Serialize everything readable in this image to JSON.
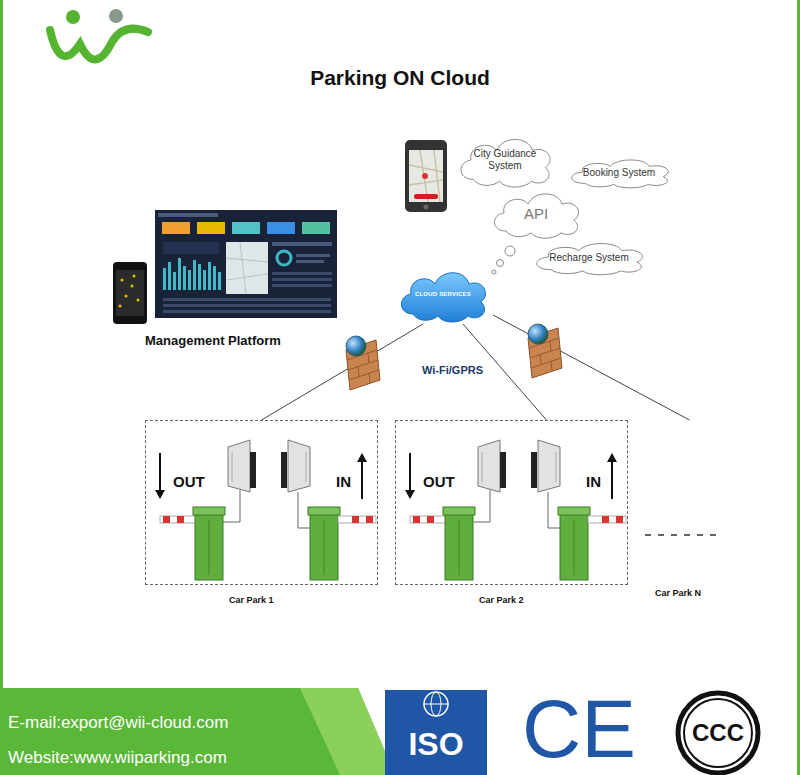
{
  "diagram": {
    "title": "Parking ON Cloud",
    "nodes": [
      {
        "text": [
          "City Guidance System"
        ]
      },
      {
        "text": [
          "Booking System"
        ]
      },
      {
        "text": [
          "API"
        ]
      },
      {
        "text": [
          "Recharge System"
        ]
      },
      {
        "text": [
          "Management Platform"
        ]
      },
      {
        "text": [
          "CLOUD SERVICES"
        ]
      },
      {
        "text": [
          "OUT",
          "IN",
          "Car Park 1"
        ]
      },
      {
        "text": [
          "OUT",
          "IN",
          "Car Park 2"
        ]
      },
      {
        "text": [
          "Car Park N"
        ]
      }
    ],
    "edges": [
      {
        "from": 5,
        "to": 6,
        "arrow": "none"
      },
      {
        "from": 5,
        "to": 7,
        "arrow": "none"
      },
      {
        "from": 5,
        "to": 8,
        "arrow": "none"
      }
    ],
    "labels": [
      "Wi-Fi/GPRS",
      "E-mail:export@wii-cloud.com",
      "Website:www.wiiparking.com",
      "ISO",
      "CE",
      "CCC"
    ]
  }
}
